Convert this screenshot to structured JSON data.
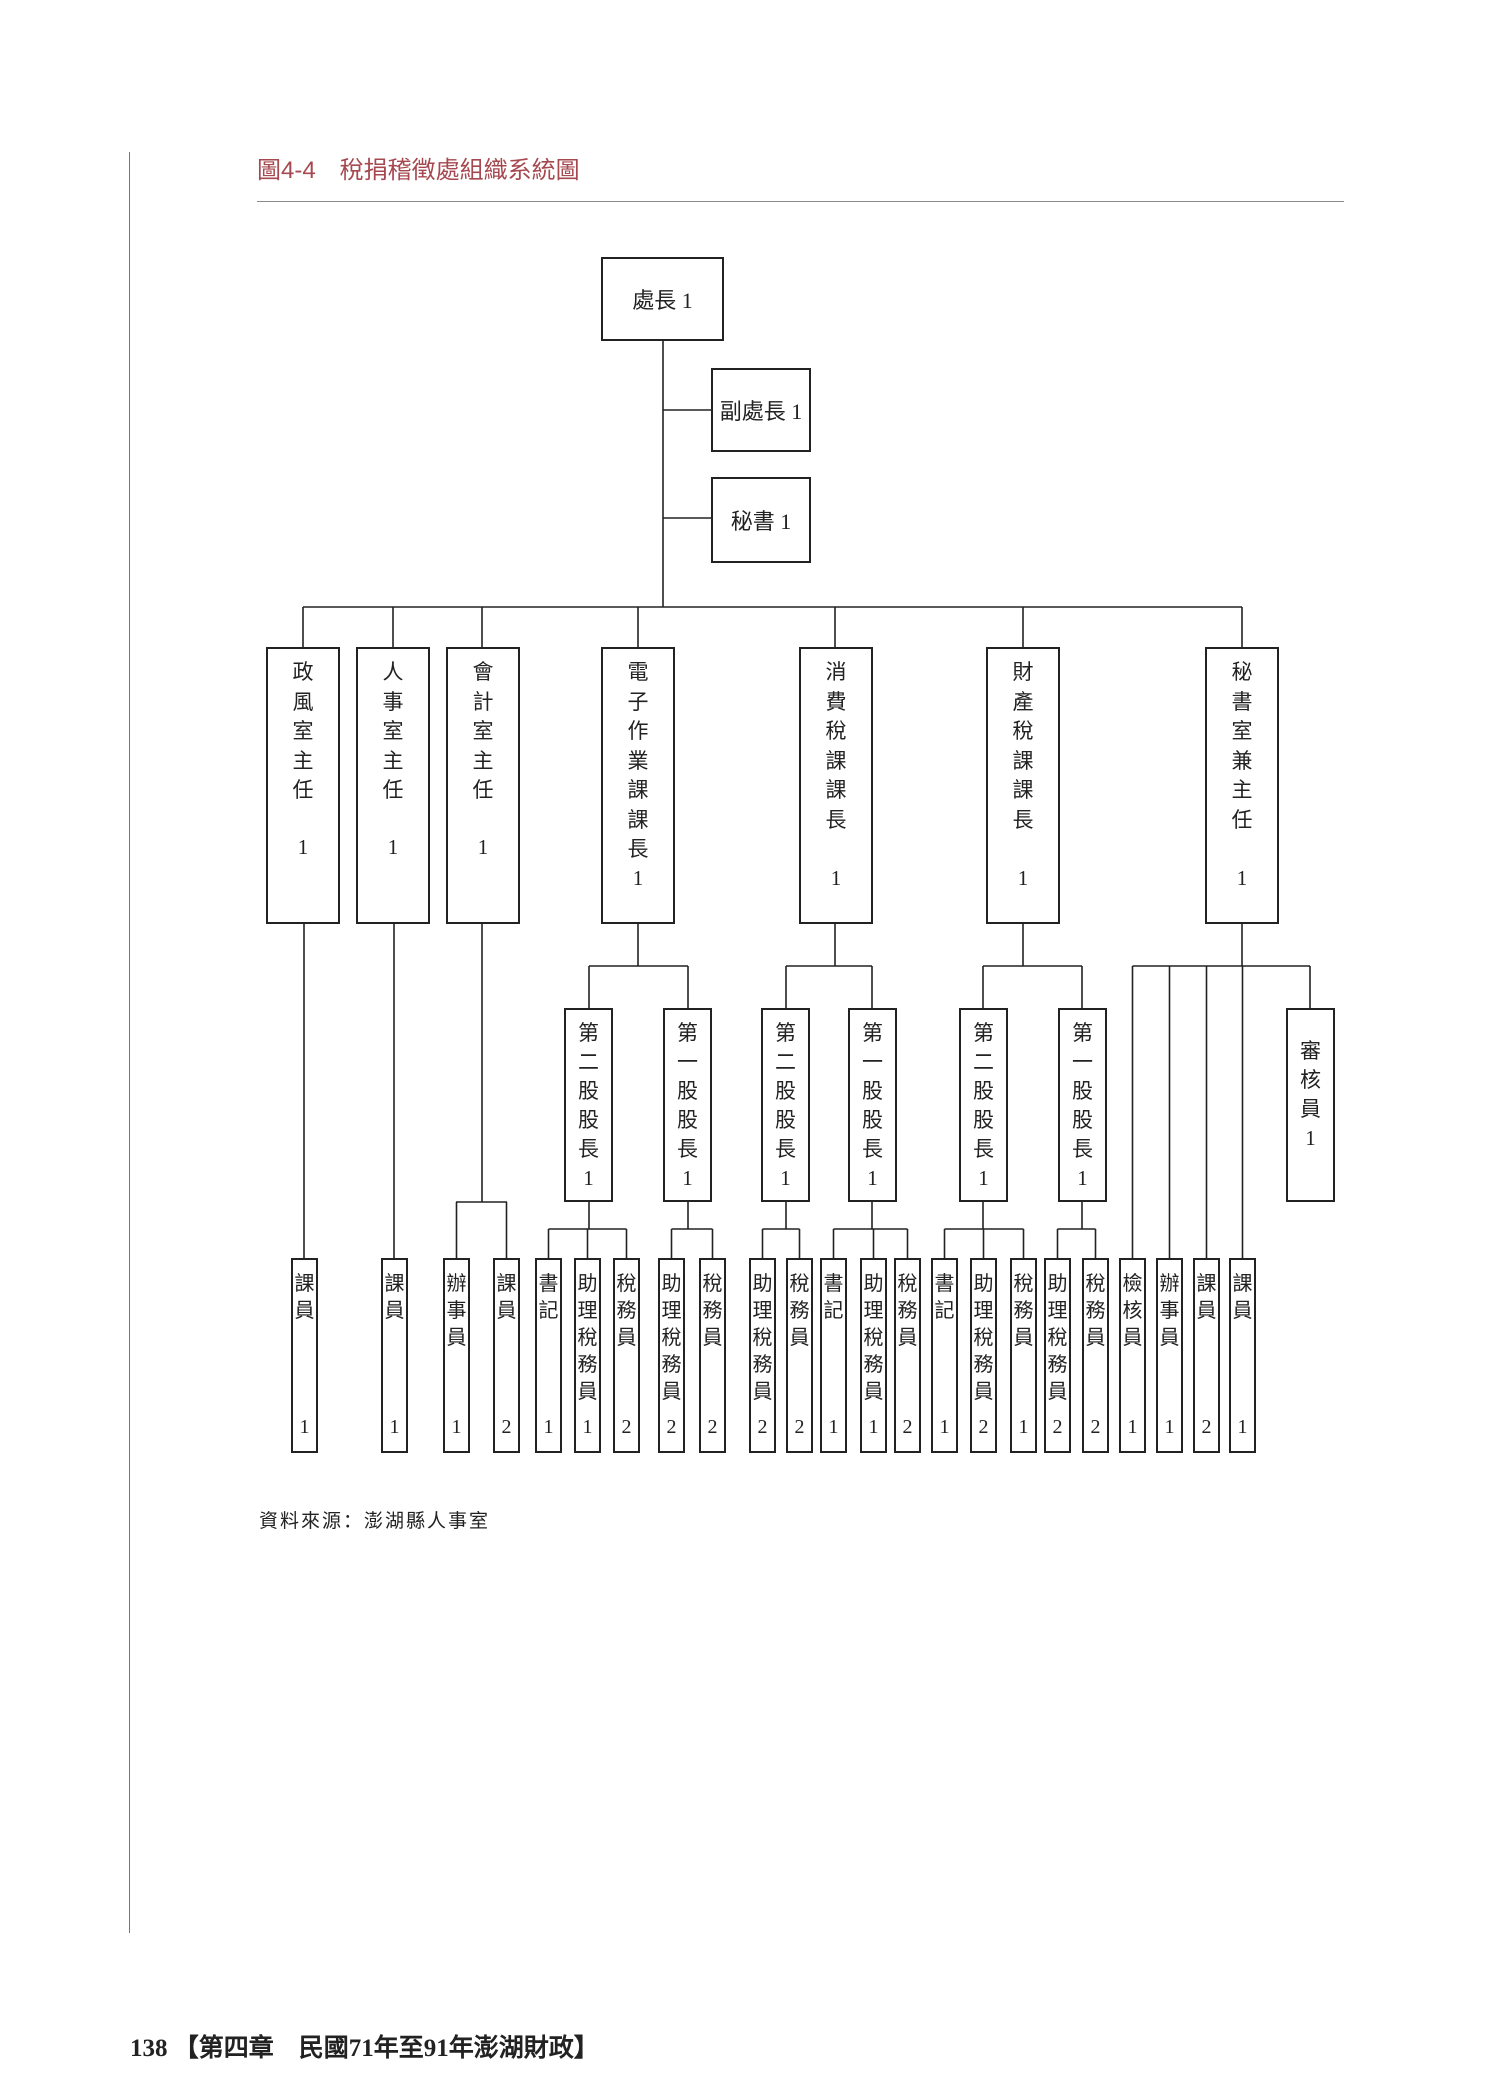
{
  "title": "圖4-4　稅捐稽徵處組織系統圖",
  "accent_color": "#a5484f",
  "top": {
    "director": "處長 1",
    "deputy": "副處長 1",
    "secretary": "秘書 1"
  },
  "divisions": [
    {
      "label": "政風室主任",
      "count": "1"
    },
    {
      "label": "人事室主任",
      "count": "1"
    },
    {
      "label": "會計室主任",
      "count": "1"
    },
    {
      "label": "電子作業課課長",
      "count": "1"
    },
    {
      "label": "消費稅課課長",
      "count": "1"
    },
    {
      "label": "財產稅課課長",
      "count": "1"
    },
    {
      "label": "秘書室兼主任",
      "count": "1"
    }
  ],
  "sections": [
    {
      "label": "第二股股長",
      "count": "1"
    },
    {
      "label": "第一股股長",
      "count": "1"
    },
    {
      "label": "第二股股長",
      "count": "1"
    },
    {
      "label": "第一股股長",
      "count": "1"
    },
    {
      "label": "第二股股長",
      "count": "1"
    },
    {
      "label": "第一股股長",
      "count": "1"
    },
    {
      "label": "審核員",
      "count": "1"
    }
  ],
  "staff": [
    {
      "label": "課員",
      "count": "1"
    },
    {
      "label": "課員",
      "count": "1"
    },
    {
      "label": "辦事員",
      "count": "1"
    },
    {
      "label": "課員",
      "count": "2"
    },
    {
      "label": "書記",
      "count": "1"
    },
    {
      "label": "助理稅務員",
      "count": "1"
    },
    {
      "label": "稅務員",
      "count": "2"
    },
    {
      "label": "助理稅務員",
      "count": "2"
    },
    {
      "label": "稅務員",
      "count": "2"
    },
    {
      "label": "助理稅務員",
      "count": "2"
    },
    {
      "label": "稅務員",
      "count": "2"
    },
    {
      "label": "書記",
      "count": "1"
    },
    {
      "label": "助理稅務員",
      "count": "1"
    },
    {
      "label": "稅務員",
      "count": "2"
    },
    {
      "label": "書記",
      "count": "1"
    },
    {
      "label": "助理稅務員",
      "count": "2"
    },
    {
      "label": "稅務員",
      "count": "1"
    },
    {
      "label": "助理稅務員",
      "count": "2"
    },
    {
      "label": "稅務員",
      "count": "2"
    },
    {
      "label": "檢核員",
      "count": "1"
    },
    {
      "label": "辦事員",
      "count": "1"
    },
    {
      "label": "課員",
      "count": "2"
    },
    {
      "label": "課員",
      "count": "1"
    }
  ],
  "source": "資料來源：澎湖縣人事室",
  "footer": "138 【第四章　民國71年至91年澎湖財政】"
}
